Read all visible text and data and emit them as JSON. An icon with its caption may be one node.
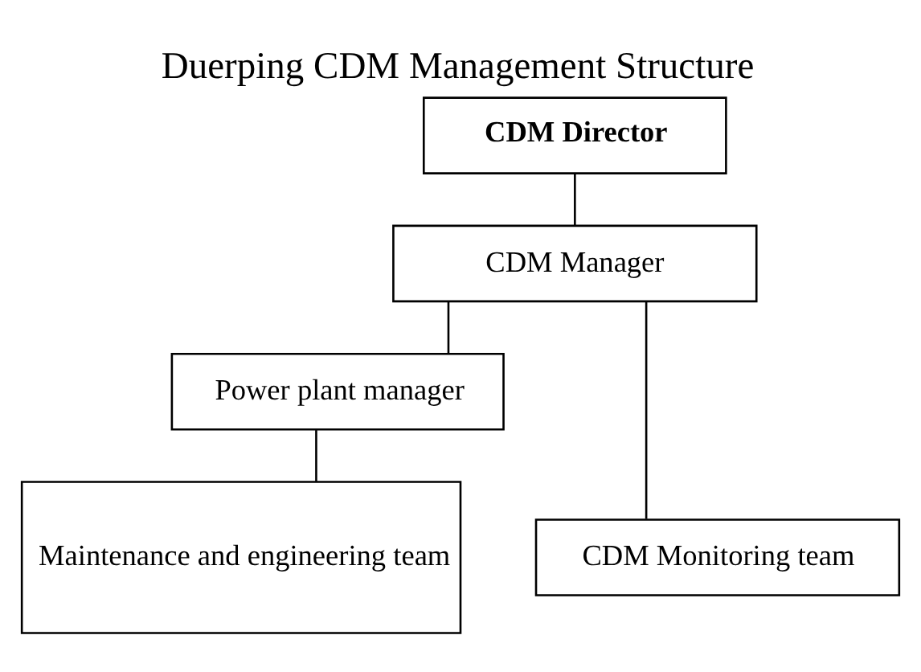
{
  "diagram": {
    "title": "Duerping CDM Management Structure",
    "nodes": [
      {
        "text": [
          "CDM Director"
        ]
      },
      {
        "text": [
          "CDM Manager"
        ]
      },
      {
        "text": [
          "Power plant manager"
        ]
      },
      {
        "text": [
          "CDM Monitoring team"
        ]
      },
      {
        "text": [
          "Maintenance and engineering team"
        ]
      }
    ],
    "edges": [
      {
        "from": 0,
        "to": 1,
        "arrow": "none"
      },
      {
        "from": 1,
        "to": 3,
        "arrow": "none"
      },
      {
        "from": 1,
        "to": 2,
        "arrow": "none"
      },
      {
        "from": 2,
        "to": 4,
        "arrow": "none"
      }
    ]
  }
}
